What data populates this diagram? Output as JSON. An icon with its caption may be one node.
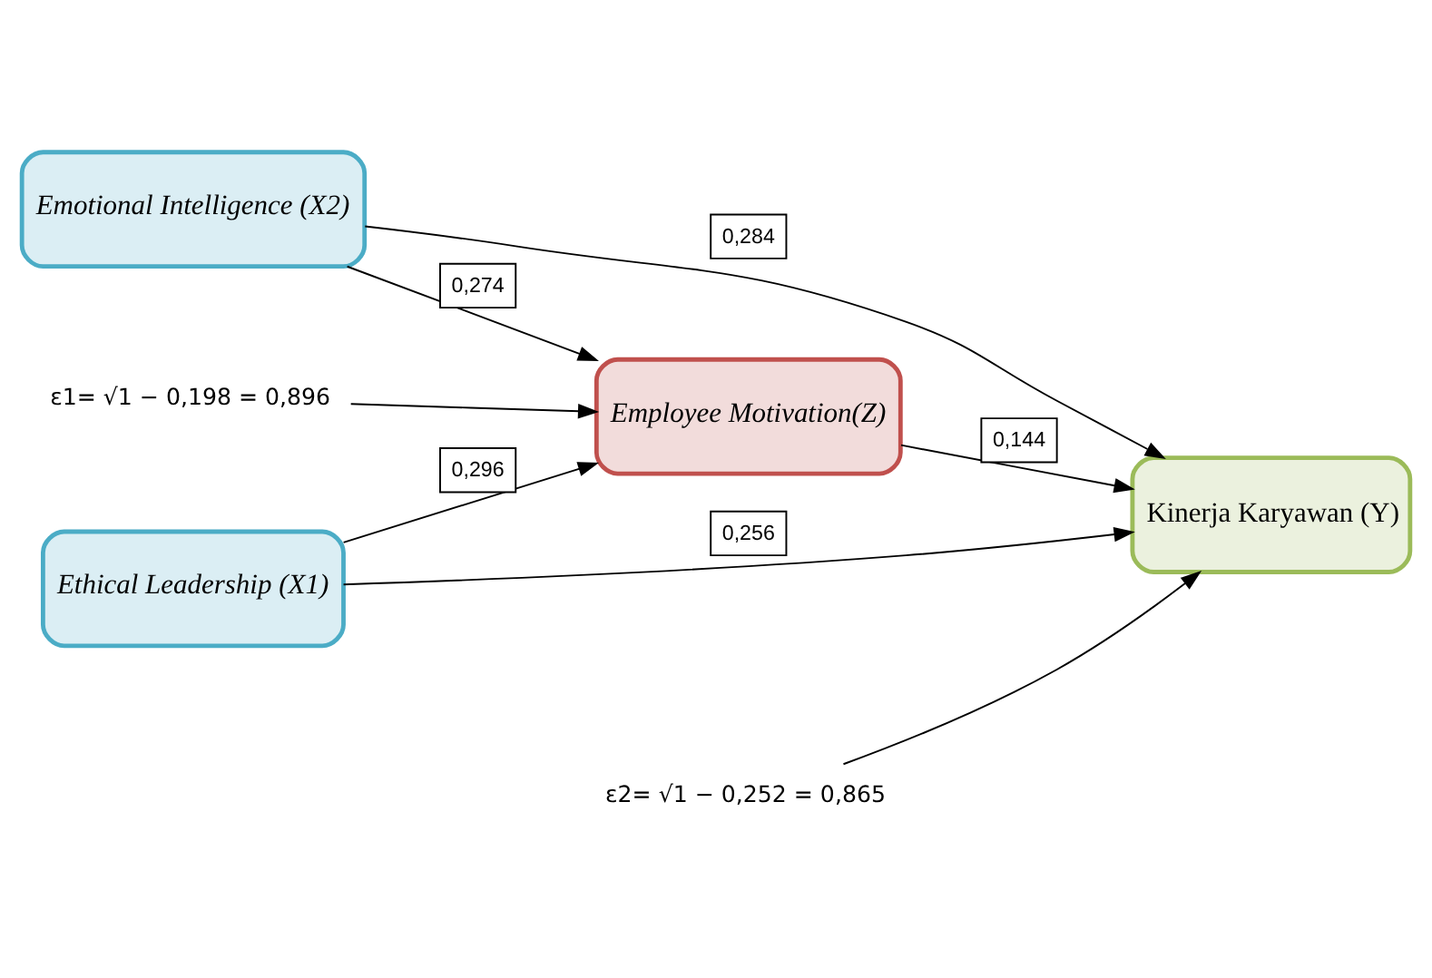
{
  "diagram": {
    "nodes": [
      {
        "text": [
          "Ethical Leadership (X1)"
        ]
      },
      {
        "text": [
          "Employee Motivation(Z)"
        ]
      },
      {
        "text": [
          "Emotional Intelligence (X2)"
        ]
      },
      {
        "text": [
          "Kinerja Karyawan (Y)"
        ]
      },
      {
        "text": [
          "ε1= √1 − 0,198 = 0,896"
        ]
      },
      {
        "text": [
          "ε2= √1 − 0,252 = 0,865"
        ]
      }
    ],
    "edges": [
      {
        "from": 0,
        "to": 1,
        "arrow": "to",
        "label": "0,296"
      },
      {
        "from": 2,
        "to": 1,
        "arrow": "to",
        "label": "0,274"
      },
      {
        "from": 0,
        "to": 3,
        "arrow": "to",
        "label": "0,256"
      },
      {
        "from": 2,
        "to": 3,
        "arrow": "to",
        "label": "0,284"
      },
      {
        "from": 1,
        "to": 3,
        "arrow": "to",
        "label": "0,144"
      },
      {
        "from": 4,
        "to": 1,
        "arrow": "to"
      },
      {
        "from": 5,
        "to": 3,
        "arrow": "to"
      }
    ]
  }
}
